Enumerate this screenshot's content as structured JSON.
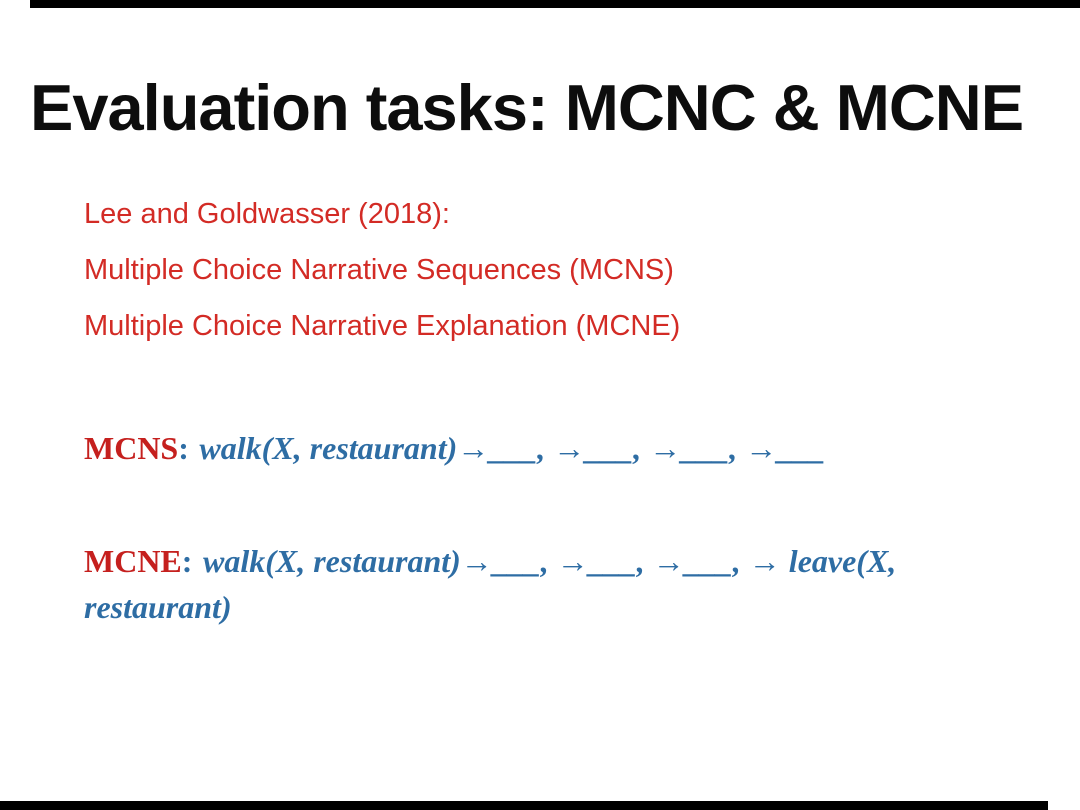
{
  "slide": {
    "title": "Evaluation tasks: MCNC & MCNE",
    "citation": {
      "lines": [
        "Lee and Goldwasser (2018):",
        "Multiple Choice Narrative Sequences (MCNS)",
        "Multiple Choice Narrative Explanation (MCNE)"
      ]
    },
    "mcns": {
      "label": "MCNS",
      "colon": ":",
      "expression": "walk(X, restaurant)→___, →___, →___, →___"
    },
    "mcne": {
      "label": "MCNE",
      "colon": ":",
      "expression_line1": "walk(X, restaurant)→___, →___, →___, → leave(X,",
      "expression_line2": "restaurant)"
    },
    "colors": {
      "title_text": "#0d0d0d",
      "citation_red": "#d32b25",
      "task_label_red": "#c5201e",
      "expression_blue": "#2e6da4",
      "edge_bar_black": "#000000",
      "background": "#ffffff"
    }
  }
}
